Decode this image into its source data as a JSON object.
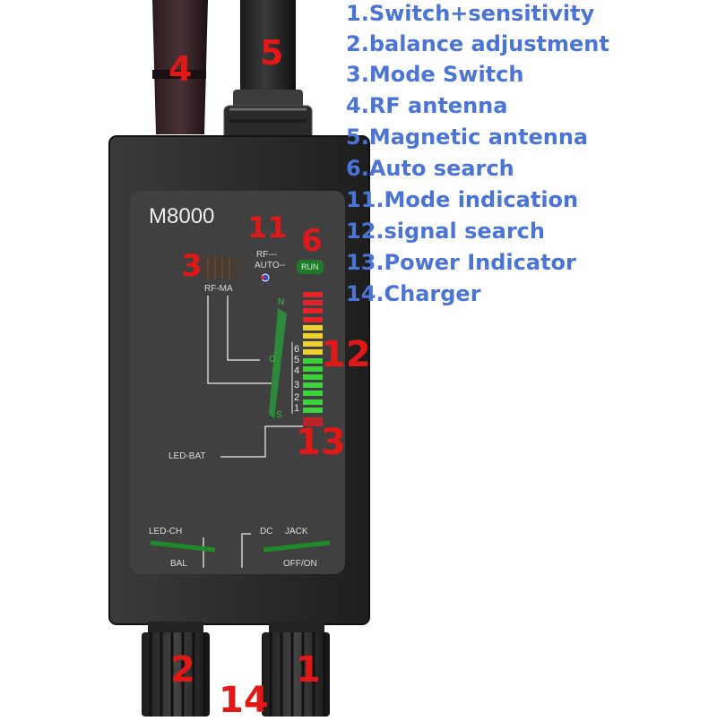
{
  "device": {
    "model": "M8000",
    "labels": {
      "rf": "RF---",
      "auto": "AUTO--",
      "run": "RUN",
      "rf_ma": "RF-MA",
      "n": "N",
      "o": "O",
      "s": "S",
      "led_bat": "LED-BAT",
      "led_ch": "LED-CH",
      "bal": "BAL",
      "dc": "DC",
      "jack": "JACK",
      "off_on": "OFF/ON"
    },
    "scale": [
      "6",
      "5",
      "4",
      "3",
      "2",
      "1"
    ],
    "led_colors": [
      "#e0242a",
      "#e0242a",
      "#e0242a",
      "#e0242a",
      "#f0d030",
      "#f0d030",
      "#f0d030",
      "#f0d030",
      "#3cd23c",
      "#3cd23c",
      "#3cd23c",
      "#3cd23c",
      "#3cd23c",
      "#3cd23c",
      "#3cd23c"
    ]
  },
  "callouts": {
    "c1": "1",
    "c2": "2",
    "c3": "3",
    "c4": "4",
    "c5": "5",
    "c6": "6",
    "c11": "11",
    "c12": "12",
    "c13": "13",
    "c14": "14"
  },
  "legend": [
    "1.Switch+sensitivity",
    "2.balance adjustment",
    "3.Mode Switch",
    "4.RF antenna",
    "5.Magnetic antenna",
    "6.Auto search",
    "11.Mode indication",
    "12.signal search",
    "13.Power Indicator",
    "14.Charger"
  ]
}
